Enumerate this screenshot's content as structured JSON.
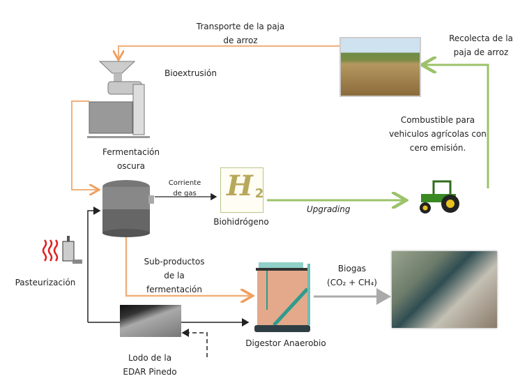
{
  "labels": {
    "transport": [
      "Transporte de la paja",
      "de arroz"
    ],
    "bioextrusion": "Bioextrusión",
    "collect": [
      "Recolecta de la",
      "paja de arroz"
    ],
    "fuel": [
      "Combustible para",
      "vehiculos agrícolas con",
      "cero emisión."
    ],
    "dark_fermentation": [
      "Fermentación",
      "oscura"
    ],
    "gas_stream": [
      "Corriente",
      "de gas"
    ],
    "h2_symbol": "H",
    "h2_subscript": "2",
    "biohydrogen": "Biohidrógeno",
    "upgrading": "Upgrading",
    "pasteurization": "Pasteurización",
    "byproducts": [
      "Sub-productos",
      "de la",
      "fermentación"
    ],
    "sludge": [
      "Lodo de la",
      "EDAR Pinedo"
    ],
    "digestor": "Digestor Anaerobio",
    "biogas": [
      "Biogas",
      "(CO₂ + CH₄)"
    ]
  },
  "colors": {
    "orange": "#f0b07a",
    "green": "#9cc26a",
    "black": "#222222",
    "gray": "#a8a8a8"
  }
}
